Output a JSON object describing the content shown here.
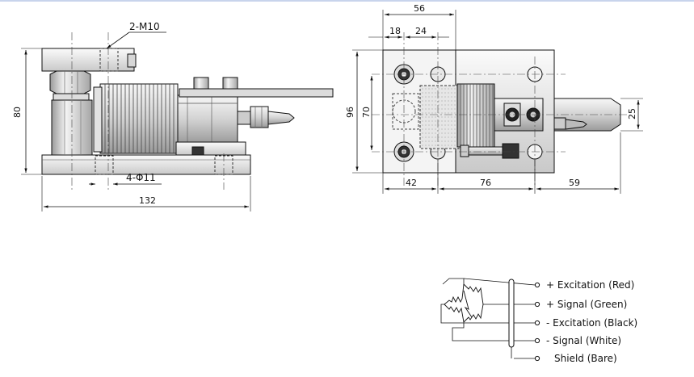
{
  "side_view": {
    "thread_label": "2-M10",
    "height": "80",
    "hole_label": "4-Φ11",
    "length": "132"
  },
  "top_view": {
    "w56": "56",
    "w18": "18",
    "w24": "24",
    "h96": "96",
    "h70": "70",
    "h25": "25",
    "b42": "42",
    "b76": "76",
    "b59": "59"
  },
  "wiring": {
    "wires": [
      "+ Excitation (Red)",
      "+ Signal (Green)",
      "- Excitation (Black)",
      "- Signal (White)",
      "Shield (Bare)"
    ]
  },
  "colors": {
    "line": "#111111",
    "metal_light": "#f2f2f2",
    "metal_mid": "#cfcfcf",
    "metal_dark": "#8a8a8a",
    "header_line": "#c8d4ec"
  }
}
